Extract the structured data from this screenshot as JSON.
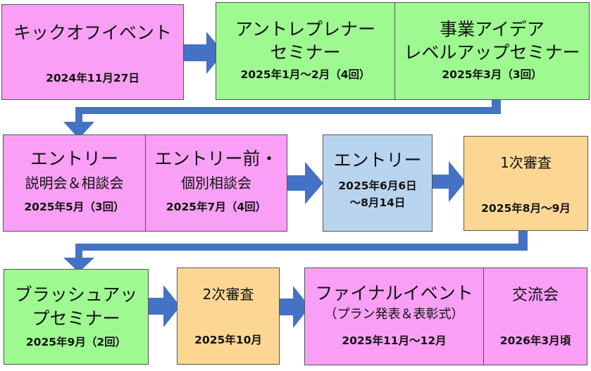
{
  "row1": {
    "kickoff": {
      "title": "キックオフイベント",
      "date": "2024年11月27日"
    },
    "entrepreneur_seminar": {
      "title_line1": "アントレプレナー",
      "title_line2": "セミナー",
      "date": "2025年1月～2月（4回）"
    },
    "levelup_seminar": {
      "title_line1": "事業アイデア",
      "title_line2": "レベルアップセミナー",
      "date": "2025年3月（3回）"
    }
  },
  "row2": {
    "entry_briefing": {
      "title_line1": "エントリー",
      "title_line2": "説明会＆相談会",
      "date": "2025年5月（3回）"
    },
    "pre_entry_consult": {
      "title_line1": "エントリー前・",
      "title_line2": "個別相談会",
      "date": "2025年7月（4回）"
    },
    "entry": {
      "title": "エントリー",
      "date_line1": "2025年6月6日",
      "date_line2": "～8月14日"
    },
    "first_review": {
      "title": "1次審査",
      "date": "2025年8月～9月"
    }
  },
  "row3": {
    "brushup_seminar": {
      "title_line1": "ブラッシュアッ",
      "title_line2": "プセミナー",
      "date": "2025年9月（2回）"
    },
    "second_review": {
      "title": "2次審査",
      "date": "2025年10月"
    },
    "final_event": {
      "title": "ファイナルイベント",
      "subtitle": "（プラン発表＆表彰式）",
      "date": "2025年11月～12月"
    },
    "networking": {
      "title": "交流会",
      "date": "2026年3月頃"
    }
  },
  "colors": {
    "pink": "#f99ff5",
    "green": "#9ef990",
    "blue": "#b9d4ee",
    "orange": "#fcd794",
    "arrow": "#4472c4"
  }
}
